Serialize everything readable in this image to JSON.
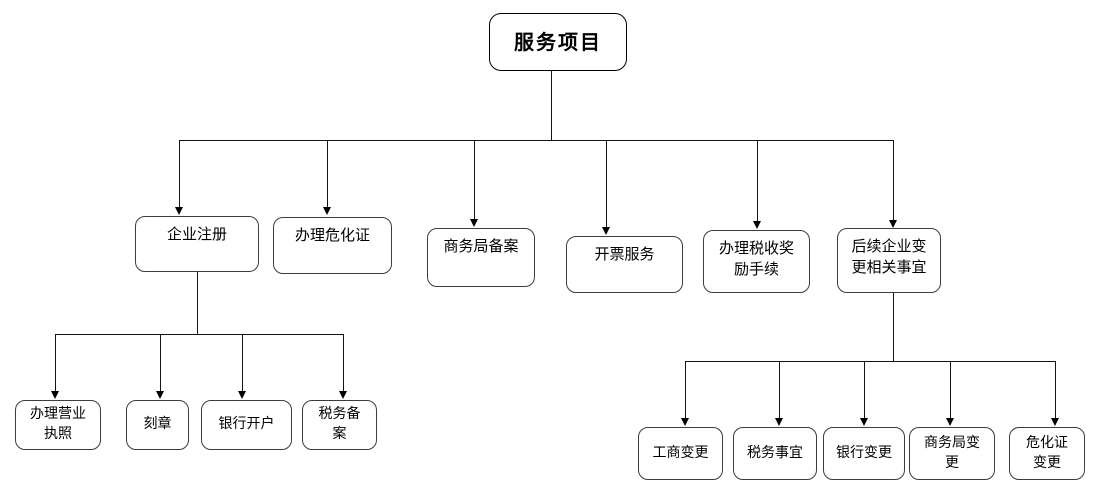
{
  "diagram": {
    "type": "org-chart",
    "root": {
      "label": "服务项目"
    },
    "level2": [
      {
        "label": "企业注册"
      },
      {
        "label": "办理危化证"
      },
      {
        "label": "商务局备案"
      },
      {
        "label": "开票服务"
      },
      {
        "label": "办理税收奖励手续"
      },
      {
        "label": "后续企业变更相关事宜"
      }
    ],
    "registration_children": [
      {
        "label": "办理营业执照"
      },
      {
        "label": "刻章"
      },
      {
        "label": "银行开户"
      },
      {
        "label": "税务备案"
      }
    ],
    "change_children": [
      {
        "label": "工商变更"
      },
      {
        "label": "税务事宜"
      },
      {
        "label": "银行变更"
      },
      {
        "label": "商务局变更"
      },
      {
        "label": "危化证变更"
      }
    ],
    "colors": {
      "background": "#ffffff",
      "box_border": "#3c3c3c",
      "root_border": "#000000",
      "line": "#141414",
      "text": "#000000"
    }
  }
}
